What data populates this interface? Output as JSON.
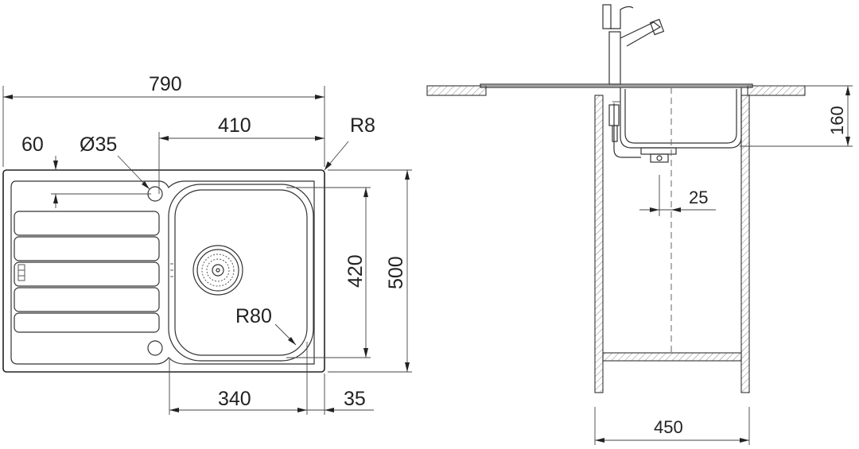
{
  "top_view": {
    "overall_width": "790",
    "offset_left": "60",
    "hole_diameter": "Ø35",
    "bowl_offset": "410",
    "corner_radius_outer": "R8",
    "bowl_depth_dim": "420",
    "overall_depth": "500",
    "bowl_corner_radius": "R80",
    "bowl_width": "340",
    "rim_right": "35"
  },
  "side_view": {
    "bowl_height": "160",
    "drain_offset": "25",
    "cabinet_width": "450"
  }
}
